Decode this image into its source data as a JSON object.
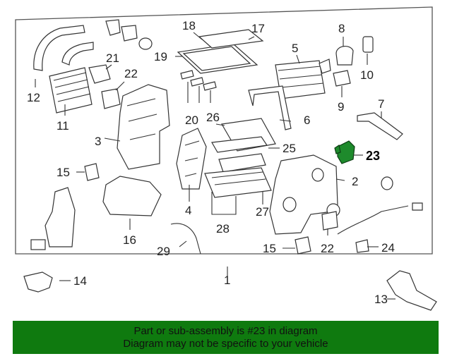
{
  "diagram": {
    "callouts": [
      {
        "id": "c1",
        "text": "1",
        "highlight": false
      },
      {
        "id": "c2",
        "text": "2",
        "highlight": false
      },
      {
        "id": "c3",
        "text": "3",
        "highlight": false
      },
      {
        "id": "c4",
        "text": "4",
        "highlight": false
      },
      {
        "id": "c5",
        "text": "5",
        "highlight": false
      },
      {
        "id": "c6",
        "text": "6",
        "highlight": false
      },
      {
        "id": "c7",
        "text": "7",
        "highlight": false
      },
      {
        "id": "c8",
        "text": "8",
        "highlight": false
      },
      {
        "id": "c9",
        "text": "9",
        "highlight": false
      },
      {
        "id": "c10",
        "text": "10",
        "highlight": false
      },
      {
        "id": "c11",
        "text": "11",
        "highlight": false
      },
      {
        "id": "c12",
        "text": "12",
        "highlight": false
      },
      {
        "id": "c13",
        "text": "13",
        "highlight": false
      },
      {
        "id": "c14",
        "text": "14",
        "highlight": false
      },
      {
        "id": "c15a",
        "text": "15",
        "highlight": false
      },
      {
        "id": "c15b",
        "text": "15",
        "highlight": false
      },
      {
        "id": "c16",
        "text": "16",
        "highlight": false
      },
      {
        "id": "c17",
        "text": "17",
        "highlight": false
      },
      {
        "id": "c18",
        "text": "18",
        "highlight": false
      },
      {
        "id": "c19",
        "text": "19",
        "highlight": false
      },
      {
        "id": "c20",
        "text": "20",
        "highlight": false
      },
      {
        "id": "c21",
        "text": "21",
        "highlight": false
      },
      {
        "id": "c22a",
        "text": "22",
        "highlight": false
      },
      {
        "id": "c22b",
        "text": "22",
        "highlight": false
      },
      {
        "id": "c23",
        "text": "23",
        "highlight": true
      },
      {
        "id": "c24",
        "text": "24",
        "highlight": false
      },
      {
        "id": "c25",
        "text": "25",
        "highlight": false
      },
      {
        "id": "c26",
        "text": "26",
        "highlight": false
      },
      {
        "id": "c27",
        "text": "27",
        "highlight": false
      },
      {
        "id": "c28",
        "text": "28",
        "highlight": false
      },
      {
        "id": "c29",
        "text": "29",
        "highlight": false
      }
    ],
    "highlight_color": "#1e8a2c"
  },
  "banner": {
    "line1": "Part or sub-assembly is #23 in diagram",
    "line2": "Diagram may not be specific to your vehicle",
    "background": "#0f7a0f"
  }
}
